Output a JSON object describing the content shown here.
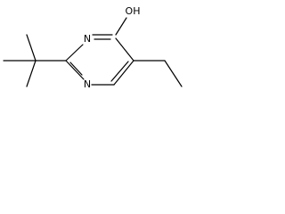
{
  "molecule": {
    "atoms": {
      "n_upper": "N",
      "n_lower": "N",
      "hydroxyl": "OH"
    },
    "groups": [
      "tert-butyl",
      "ethyl",
      "hydroxyl"
    ]
  },
  "colors": {
    "bond": "#000000",
    "text": "#000000",
    "background": "#ffffff"
  }
}
